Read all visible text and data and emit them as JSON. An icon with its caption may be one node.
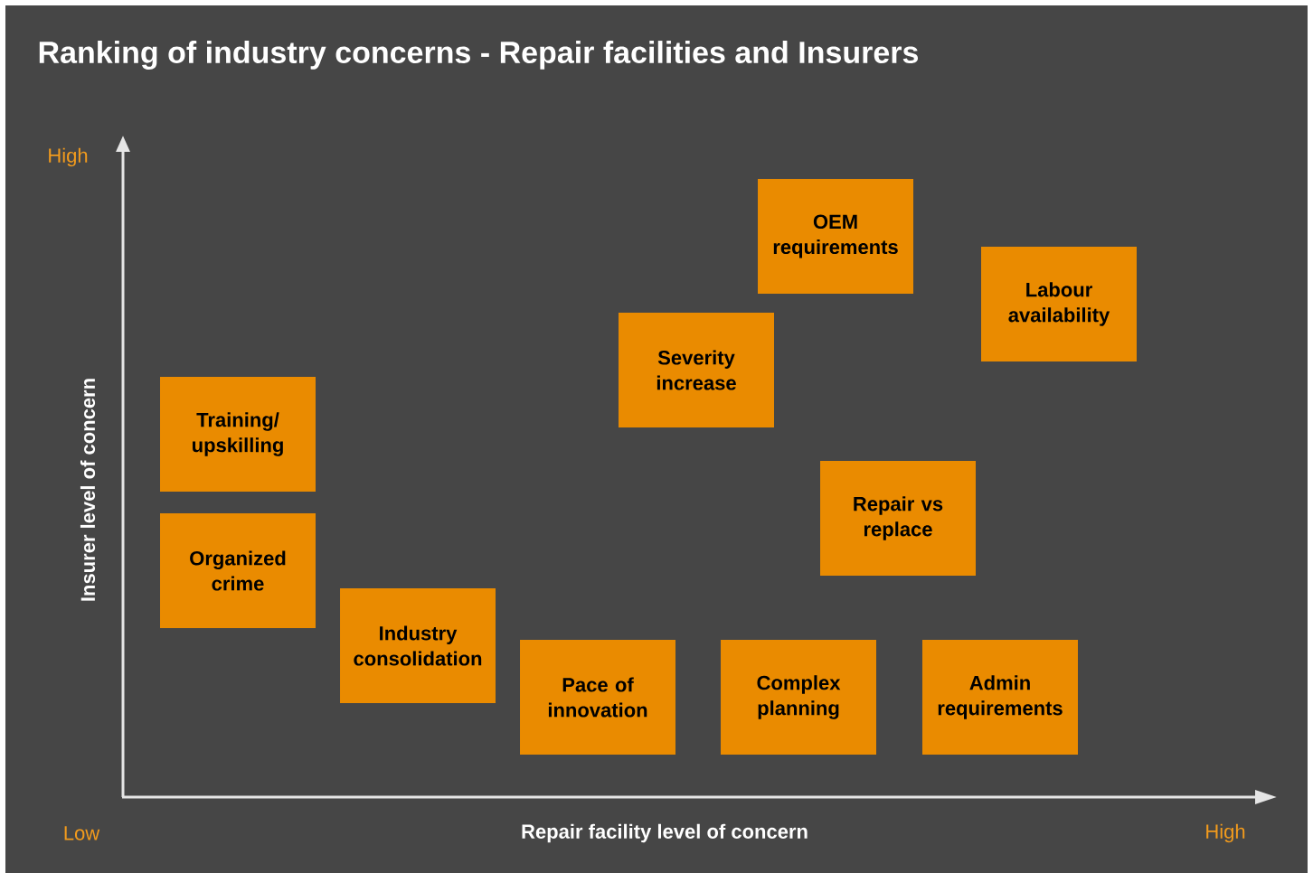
{
  "diagram": {
    "title": "Ranking of industry concerns - Repair facilities and Insurers",
    "nodes": [
      {
        "text": [
          "OEM requirements"
        ]
      },
      {
        "text": [
          "Labour availability"
        ]
      },
      {
        "text": [
          "Severity increase"
        ]
      },
      {
        "text": [
          "Training/ upskilling"
        ]
      },
      {
        "text": [
          "Repair vs replace"
        ]
      },
      {
        "text": [
          "Organized crime"
        ]
      },
      {
        "text": [
          "Industry consolidation"
        ]
      },
      {
        "text": [
          "Pace of innovation"
        ]
      },
      {
        "text": [
          "Complex planning"
        ]
      },
      {
        "text": [
          "Admin requirements"
        ]
      }
    ],
    "labels": [
      "High",
      "Insurer level of concern",
      "Low",
      "Repair facility level of concern",
      "High"
    ]
  }
}
